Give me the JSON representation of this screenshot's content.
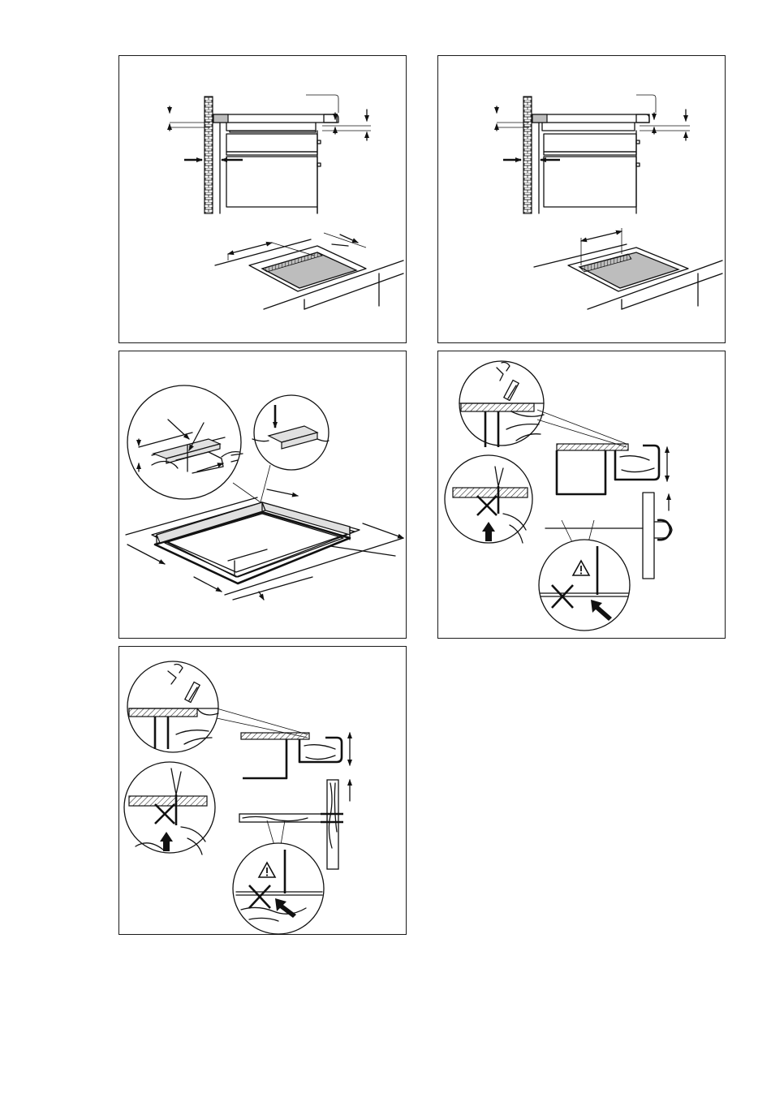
{
  "figures": [
    {
      "id": "fig-1",
      "kind": "hob-clearance-and-cutout"
    },
    {
      "id": "fig-2",
      "kind": "hob-clearance-and-cutout-narrow"
    },
    {
      "id": "fig-3",
      "kind": "seal-tape-application"
    },
    {
      "id": "fig-4",
      "kind": "silicone-sealing-worktop-edge"
    },
    {
      "id": "fig-5",
      "kind": "silicone-sealing-worktop-edge-with-panel"
    }
  ],
  "icons": {
    "warning": "warning-triangle-icon",
    "cross": "cross-icon",
    "arrow": "arrow-icon",
    "silicone_gun": "silicone-gun-icon"
  },
  "colors": {
    "line": "#111111",
    "hatch": "#bdbdbd",
    "fill_glass": "#bdbdbd"
  }
}
